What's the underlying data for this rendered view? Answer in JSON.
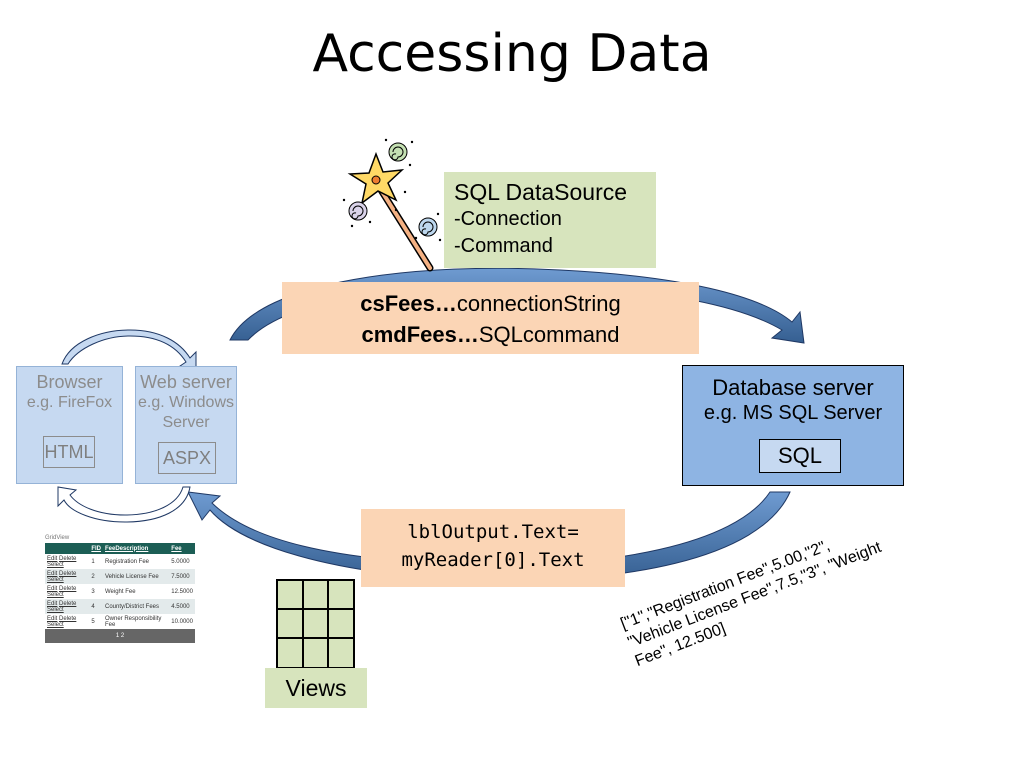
{
  "title": "Accessing Data",
  "datasource": {
    "heading": "SQL DataSource",
    "lines": [
      "-Connection",
      "-Command"
    ]
  },
  "connection_box": {
    "line1_bold": "csFees…",
    "line1_rest": "connectionString",
    "line2_bold": "cmdFees…",
    "line2_rest": "SQLcommand"
  },
  "browser": {
    "title": "Browser",
    "example": "e.g. FireFox",
    "inner": "HTML"
  },
  "webserver": {
    "title": "Web server",
    "example1": "e.g. Windows",
    "example2": "Server",
    "inner": "ASPX"
  },
  "database": {
    "title": "Database server",
    "example": "e.g. MS SQL Server",
    "inner": "SQL"
  },
  "output": {
    "line1": "lblOutput.Text=",
    "line2": "myReader[0].Text"
  },
  "result_text": {
    "line1": "[\"1\",\"Registration Fee\",5.00,\"2\",",
    "line2": "\"Vehicle License Fee\",7.5,\"3\", \"Weight",
    "line3": "Fee\", 12.500]"
  },
  "views_label": "Views",
  "gridview": {
    "caption": "GridView",
    "headers": [
      "",
      "FID",
      "FeeDescription",
      "Fee"
    ],
    "link_labels": [
      "Edit",
      "Delete",
      "Select"
    ],
    "rows": [
      {
        "fid": "1",
        "desc": "Registration Fee",
        "fee": "5.0000"
      },
      {
        "fid": "2",
        "desc": "Vehicle License Fee",
        "fee": "7.5000"
      },
      {
        "fid": "3",
        "desc": "Weight Fee",
        "fee": "12.5000"
      },
      {
        "fid": "4",
        "desc": "County/District Fees",
        "fee": "4.5000"
      },
      {
        "fid": "5",
        "desc": "Owner Responsibility Fee",
        "fee": "10.0000"
      }
    ],
    "pager": "1 2"
  },
  "colors": {
    "arrow_blue": "#4f81bd",
    "green_box": "#d7e4bd",
    "peach_box": "#fbd5b5",
    "panel_blue": "#c6d9f1",
    "db_blue": "#8eb4e3",
    "grid_header": "#1c5e55"
  }
}
